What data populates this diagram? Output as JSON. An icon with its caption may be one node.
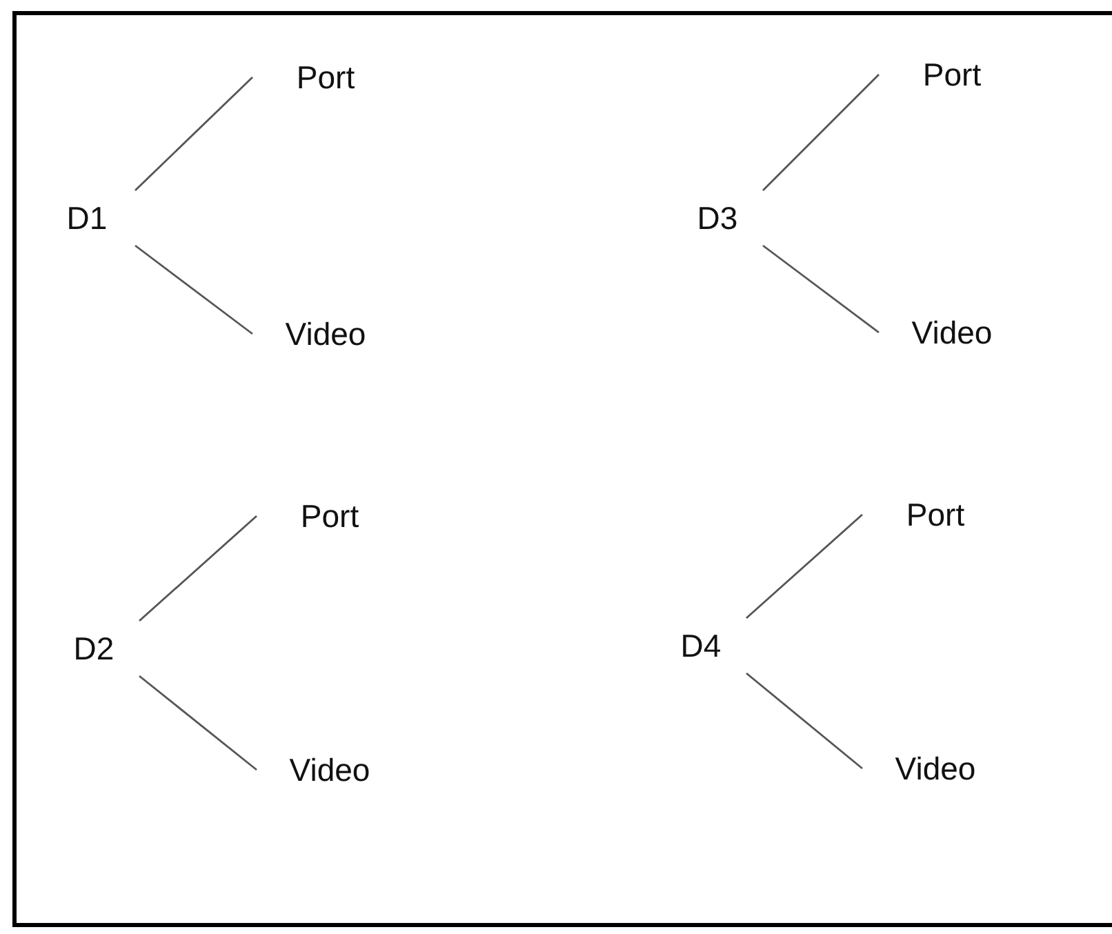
{
  "diagram": {
    "nodes": [
      {
        "text": [
          "D1"
        ]
      },
      {
        "text": [
          "Port"
        ]
      },
      {
        "text": [
          "Video"
        ]
      },
      {
        "text": [
          "D3"
        ]
      },
      {
        "text": [
          "Port"
        ]
      },
      {
        "text": [
          "Video"
        ]
      },
      {
        "text": [
          "D2"
        ]
      },
      {
        "text": [
          "Port"
        ]
      },
      {
        "text": [
          "Video"
        ]
      },
      {
        "text": [
          "D4"
        ]
      },
      {
        "text": [
          "Port"
        ]
      },
      {
        "text": [
          "Video"
        ]
      }
    ],
    "edges": [
      {
        "from": 0,
        "to": 1,
        "arrow": "none"
      },
      {
        "from": 0,
        "to": 2,
        "arrow": "none"
      },
      {
        "from": 3,
        "to": 4,
        "arrow": "none"
      },
      {
        "from": 3,
        "to": 5,
        "arrow": "none"
      },
      {
        "from": 6,
        "to": 7,
        "arrow": "none"
      },
      {
        "from": 6,
        "to": 8,
        "arrow": "none"
      },
      {
        "from": 9,
        "to": 10,
        "arrow": "none"
      },
      {
        "from": 9,
        "to": 11,
        "arrow": "none"
      }
    ]
  }
}
